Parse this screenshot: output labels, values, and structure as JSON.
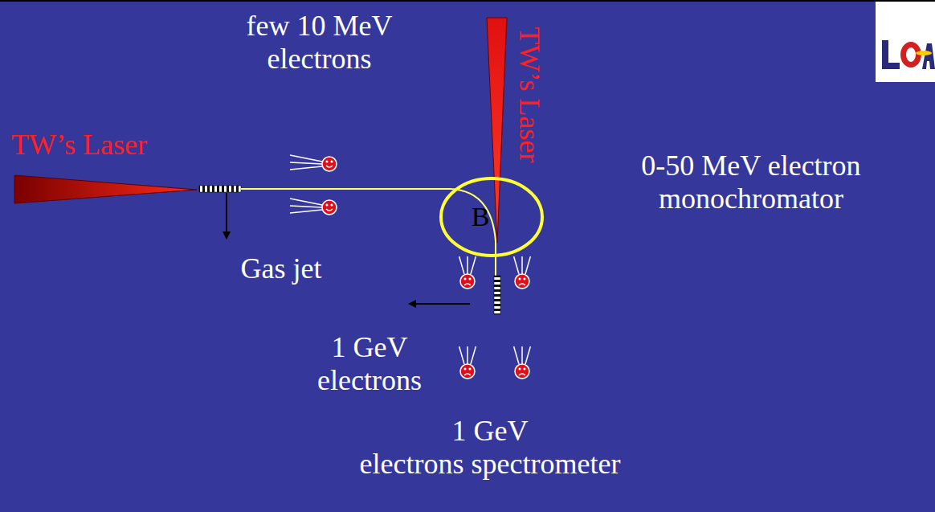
{
  "diagram": {
    "nodes": [
      {
        "text": [
          "B"
        ]
      }
    ],
    "labels": [
      "TW’s Laser",
      "few 10 MeV electrons",
      "Gas jet",
      "TW’s Laser",
      "0-50 MeV electron monochromator",
      "1 GeV electrons",
      "1 GeV electrons spectrometer"
    ]
  }
}
